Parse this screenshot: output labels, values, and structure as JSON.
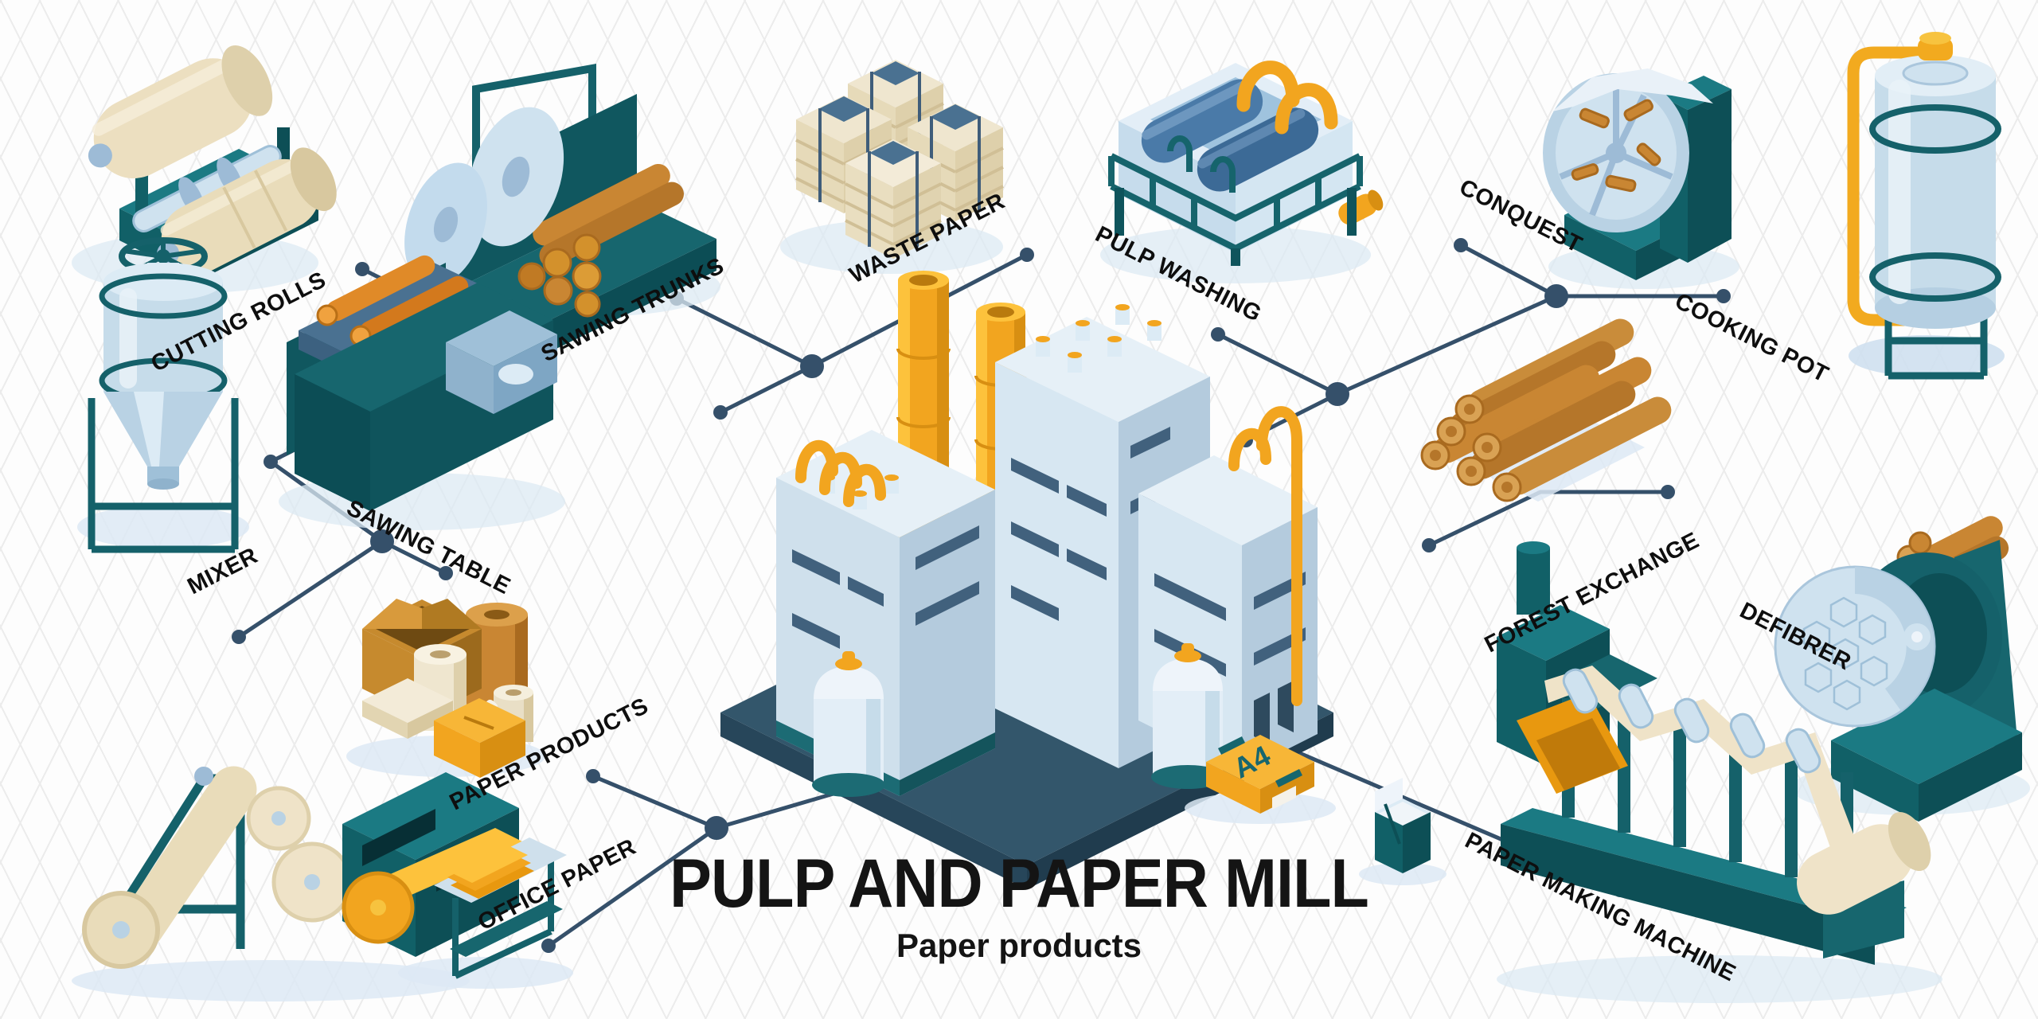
{
  "title": "PULP AND PAPER MILL",
  "subtitle": "Paper products",
  "a4_label": "A4",
  "items": [
    {
      "id": "cutting-rolls",
      "label": "CUTTING ROLLS"
    },
    {
      "id": "sawing-trunks",
      "label": "SAWING TRUNKS"
    },
    {
      "id": "waste-paper",
      "label": "WASTE PAPER"
    },
    {
      "id": "pulp-washing",
      "label": "PULP WASHING"
    },
    {
      "id": "conquest",
      "label": "CONQUEST"
    },
    {
      "id": "cooking-pot",
      "label": "COOKING POT"
    },
    {
      "id": "forest-exchange",
      "label": "FOREST EXCHANGE"
    },
    {
      "id": "mixer",
      "label": "MIXER"
    },
    {
      "id": "sawing-table",
      "label": "SAWING TABLE"
    },
    {
      "id": "paper-products",
      "label": "PAPER PRODUCTS"
    },
    {
      "id": "office-paper",
      "label": "OFFICE PAPER"
    },
    {
      "id": "defibrer",
      "label": "DEFIBRER"
    },
    {
      "id": "paper-making-machine",
      "label": "PAPER MAKING MACHINE"
    }
  ],
  "colors": {
    "teal": "#17666e",
    "teal_mid": "#1b7a83",
    "teal_dark": "#0d4f56",
    "connector_slate": "#35506a",
    "yellow": "#f2a51f",
    "yellow_bright": "#fdc23c",
    "cream_paper": "#efe3c8",
    "light_blue": "#cfe2ef",
    "steel_blue": "#4a7191",
    "wood_brown": "#c98633",
    "platform_navy": "#33566b",
    "background": "#fdfdfd",
    "grid_line": "#ececec",
    "text": "#141414"
  }
}
